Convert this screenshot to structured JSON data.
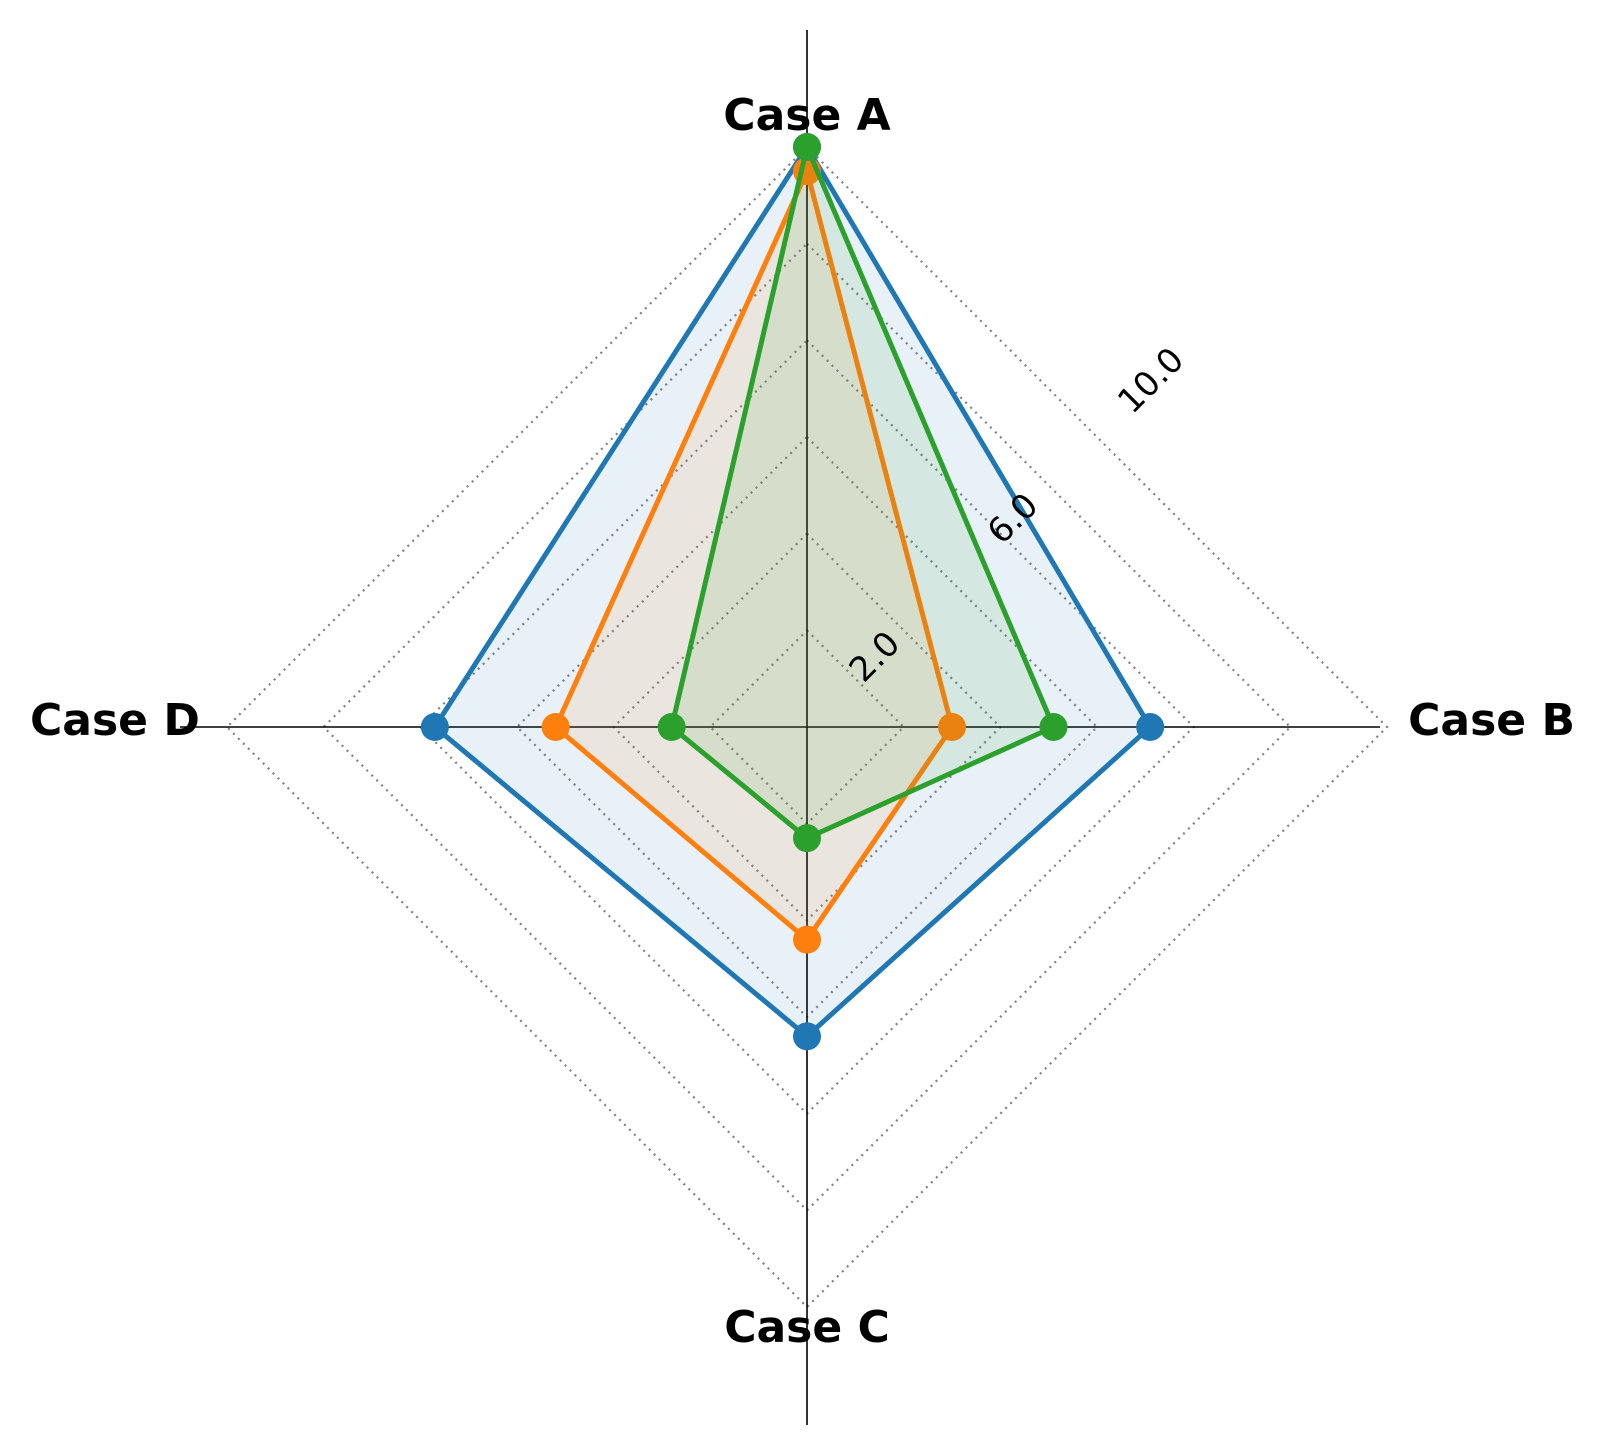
{
  "chart_data": {
    "type": "radar",
    "categories": [
      "Case A",
      "Case B",
      "Case C",
      "Case D"
    ],
    "grid": true,
    "legend": "none",
    "rlim": [
      0,
      12
    ],
    "grid_levels": [
      2,
      4,
      6,
      8,
      10,
      12
    ],
    "tick_labels": [
      {
        "value": 2,
        "label": "2.0"
      },
      {
        "value": 6,
        "label": "6.0"
      },
      {
        "value": 10,
        "label": "10.0"
      }
    ],
    "series": [
      {
        "color": "#1f77b4",
        "values": [
          12.0,
          7.1,
          6.4,
          7.7
        ]
      },
      {
        "color": "#ff7f0e",
        "values": [
          11.5,
          3.0,
          4.4,
          5.2
        ]
      },
      {
        "color": "#2ca02c",
        "values": [
          12.0,
          5.1,
          2.3,
          2.8
        ]
      }
    ]
  }
}
